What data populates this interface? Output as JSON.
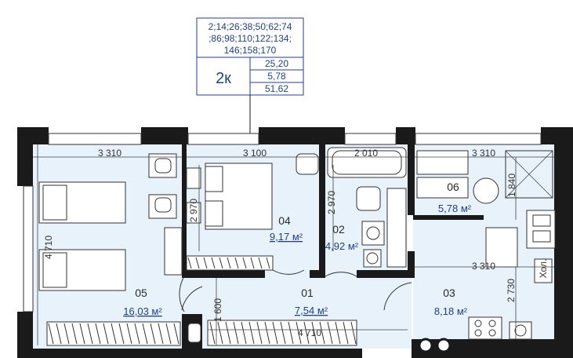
{
  "info_box": {
    "floors": [
      "2;14;26;38;50;62;74",
      ";86;98;110;122;134;",
      "146;158;170"
    ],
    "apartment_type": "2к",
    "total_area": "51,62",
    "living_area": "25,20",
    "kitchen_area": "5,78"
  },
  "rooms": [
    {
      "id": "05",
      "area": "16,03 м²"
    },
    {
      "id": "04",
      "area": "9,17 м²"
    },
    {
      "id": "02",
      "area": "4,92 м²"
    },
    {
      "id": "06",
      "area": "5,78 м²"
    },
    {
      "id": "01",
      "area": "7,54 м²"
    },
    {
      "id": "03",
      "area": "8,18 м²"
    }
  ],
  "dimensions": {
    "room05_width": "3 310",
    "room05_height": "4 710",
    "room04_width": "3 100",
    "room04_height": "2 970",
    "bath_width": "2 010",
    "bath_height": "2 970",
    "room06_width": "3 310",
    "balcony_height": "1 840",
    "room03_width": "3 310",
    "room03_height": "2 730",
    "corridor_width": "4 710",
    "corridor_height": "1 600"
  },
  "fridge_label": "Хол."
}
